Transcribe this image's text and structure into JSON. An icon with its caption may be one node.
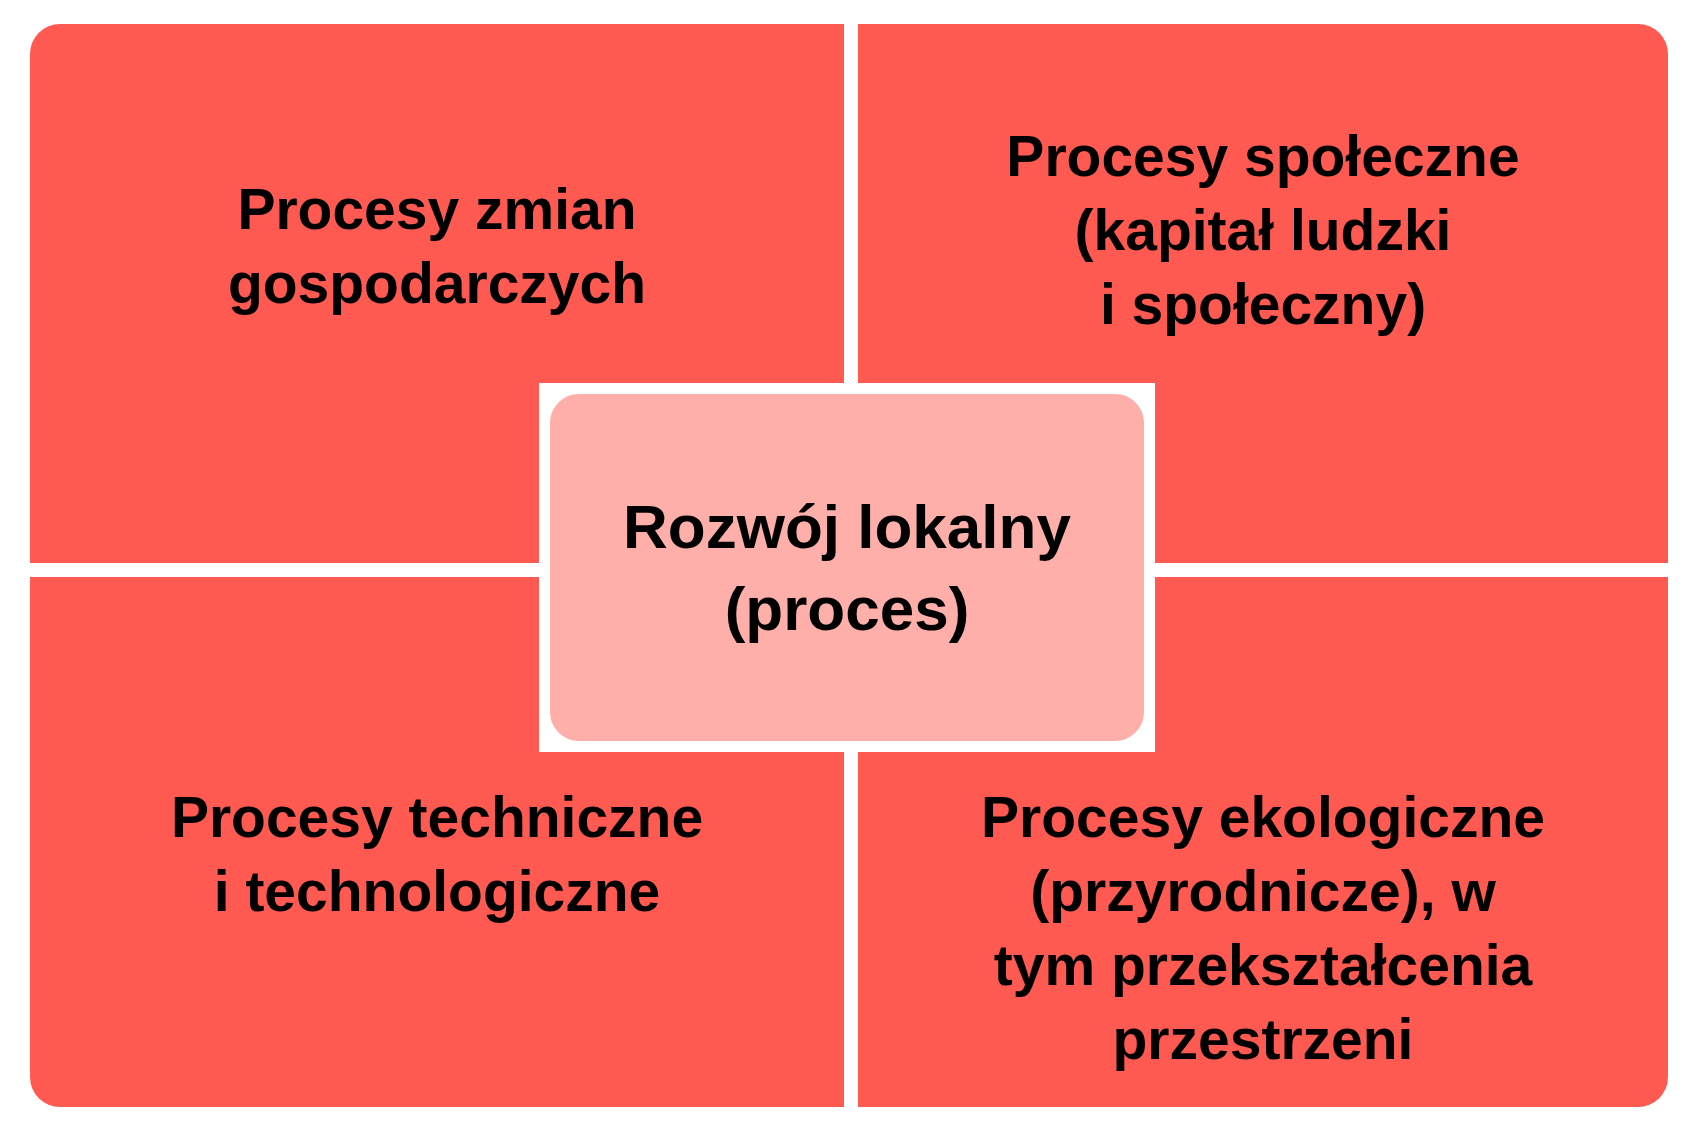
{
  "diagram": {
    "nodes": [
      {
        "text": [
          "Procesy zmian gospodarczych"
        ]
      },
      {
        "text": [
          "Procesy społeczne (kapitał ludzki i społeczny)"
        ]
      },
      {
        "text": [
          "Rozwój lokalny (proces)"
        ]
      },
      {
        "text": [
          "Procesy techniczne i technologiczne"
        ]
      },
      {
        "text": [
          "Procesy ekologiczne (przyrodnicze), w tym przekształcenia przestrzeni"
        ]
      }
    ],
    "edges": []
  }
}
